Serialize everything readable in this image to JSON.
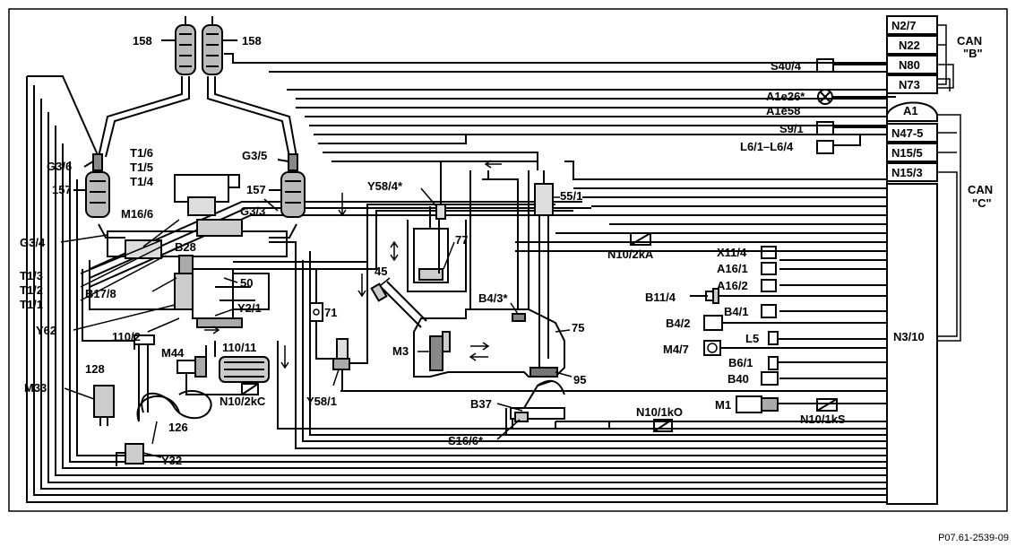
{
  "labels": {
    "cat_left": "158",
    "cat_right": "158",
    "g36": "G3/6",
    "g35": "G3/5",
    "g33": "G3/3",
    "g34": "G3/4",
    "c157_left": "157",
    "c157_right": "157",
    "t16": "T1/6",
    "t15": "T1/5",
    "t14": "T1/4",
    "m166": "M16/6",
    "b28": "B28",
    "t13": "T1/3",
    "t12": "T1/2",
    "t11": "T1/1",
    "b178": "B17/8",
    "y62": "Y62",
    "c50": "50",
    "y21": "Y2/1",
    "c1102": "110/2",
    "c128": "128",
    "m44": "M44",
    "c11011": "110/11",
    "n102kc": "N10/2kC",
    "m33": "M33",
    "c126": "126",
    "y32": "Y32",
    "y584": "Y58/4*",
    "c77": "77",
    "c45": "45",
    "c71": "71",
    "y581": "Y58/1",
    "c551": "55/1",
    "b43": "B4/3*",
    "c75": "75",
    "m3": "M3",
    "c95": "95",
    "b37": "B37",
    "s166": "S16/6*",
    "n102ka": "N10/2kA",
    "n101ko": "N10/1kO",
    "n101ks": "N10/1kS",
    "m1": "M1",
    "x114": "X11/4",
    "a161": "A16/1",
    "a162": "A16/2",
    "b114": "B11/4",
    "b41": "B4/1",
    "b42": "B4/2",
    "l5": "L5",
    "m47": "M4/7",
    "b61": "B6/1",
    "b40": "B40",
    "s404": "S40/4",
    "a1e26": "A1e26*",
    "a1e58": "A1e58",
    "s91": "S9/1",
    "l61": "L6/1–L6/4",
    "n27": "N2/7",
    "n22": "N22",
    "n80": "N80",
    "n73": "N73",
    "a1": "A1",
    "n475": "N47-5",
    "n155": "N15/5",
    "n153": "N15/3",
    "n310": "N3/10",
    "can_b_1": "CAN",
    "can_b_2": "\"B\"",
    "can_c_1": "CAN",
    "can_c_2": "\"C\""
  },
  "reference": "P07.61-2539-09"
}
